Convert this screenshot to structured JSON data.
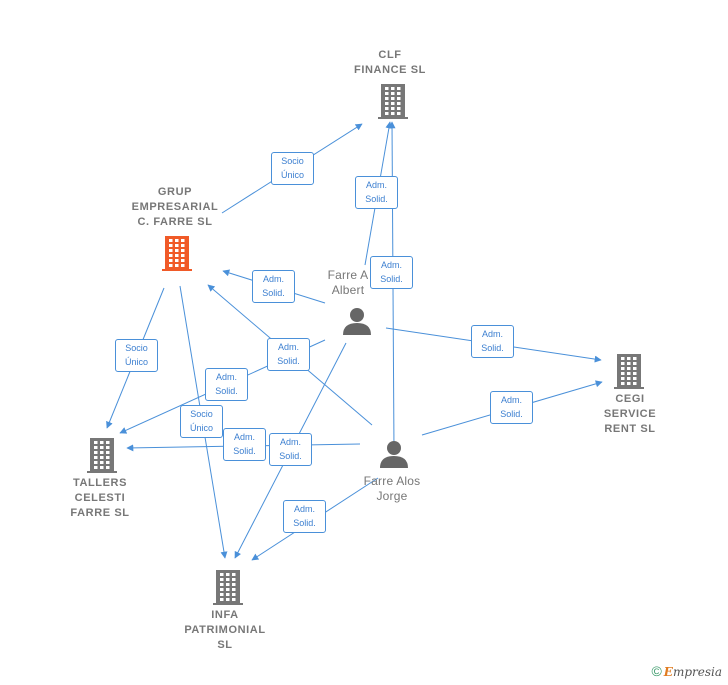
{
  "nodes": {
    "clf": {
      "label": "CLF\nFINANCE SL",
      "type": "company",
      "icon": "building-icon"
    },
    "grup": {
      "label": "GRUP\nEMPRESARIAL\nC. FARRE SL",
      "type": "company-highlight",
      "icon": "building-icon"
    },
    "tallers": {
      "label": "TALLERS\nCELESTI\nFARRE SL",
      "type": "company",
      "icon": "building-icon"
    },
    "infa": {
      "label": "INFA\nPATRIMONIAL\nSL",
      "type": "company",
      "icon": "building-icon"
    },
    "cegi": {
      "label": "CEGI\nSERVICE\nRENT SL",
      "type": "company",
      "icon": "building-icon"
    },
    "albert": {
      "label": "Farre A\nAlbert",
      "type": "person",
      "icon": "person-icon"
    },
    "jorge": {
      "label": "Farre Alos\nJorge",
      "type": "person",
      "icon": "person-icon"
    }
  },
  "edges": [
    {
      "label": "Socio\nÚnico"
    },
    {
      "label": "Adm.\nSolid."
    },
    {
      "label": "Adm.\nSolid."
    },
    {
      "label": "Adm.\nSolid."
    },
    {
      "label": "Adm.\nSolid."
    },
    {
      "label": "Socio\nÚnico"
    },
    {
      "label": "Adm.\nSolid."
    },
    {
      "label": "Socio\nÚnico"
    },
    {
      "label": "Adm.\nSolid."
    },
    {
      "label": "Adm.\nSolid."
    },
    {
      "label": "Adm.\nSolid."
    },
    {
      "label": "Adm.\nSolid."
    },
    {
      "label": "Adm.\nSolid."
    }
  ],
  "colors": {
    "edge": "#4a90d9",
    "company": "#777777",
    "highlight": "#f05a28",
    "person": "#666666"
  },
  "footer": {
    "copyright": "©",
    "brand_first": "E",
    "brand_rest": "mpresia"
  }
}
